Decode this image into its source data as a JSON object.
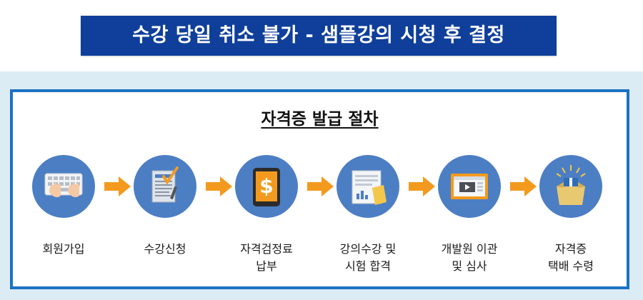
{
  "banner": {
    "text": "수강 당일 취소 불가  -  샘플강의 시청 후 결정"
  },
  "panel": {
    "title": "자격증 발급 절차"
  },
  "steps": [
    {
      "line1": "회원가입",
      "line2": "",
      "icon": "keyboard-hands-icon"
    },
    {
      "line1": "수강신청",
      "line2": "",
      "icon": "application-form-icon"
    },
    {
      "line1": "자격검정료",
      "line2": "납부",
      "icon": "tablet-dollar-icon"
    },
    {
      "line1": "강의수강 및",
      "line2": "시험 합격",
      "icon": "document-chart-icon"
    },
    {
      "line1": "개발원 이관",
      "line2": "및 심사",
      "icon": "video-screen-icon"
    },
    {
      "line1": "자격증",
      "line2": "택배 수령",
      "icon": "gift-box-icon"
    }
  ],
  "colors": {
    "banner_bg": "#0f3f9a",
    "panel_border": "#1b72c4",
    "circle": "#4c7ec4",
    "arrow": "#f39a1e",
    "outer_bg": "#dcecf4"
  }
}
